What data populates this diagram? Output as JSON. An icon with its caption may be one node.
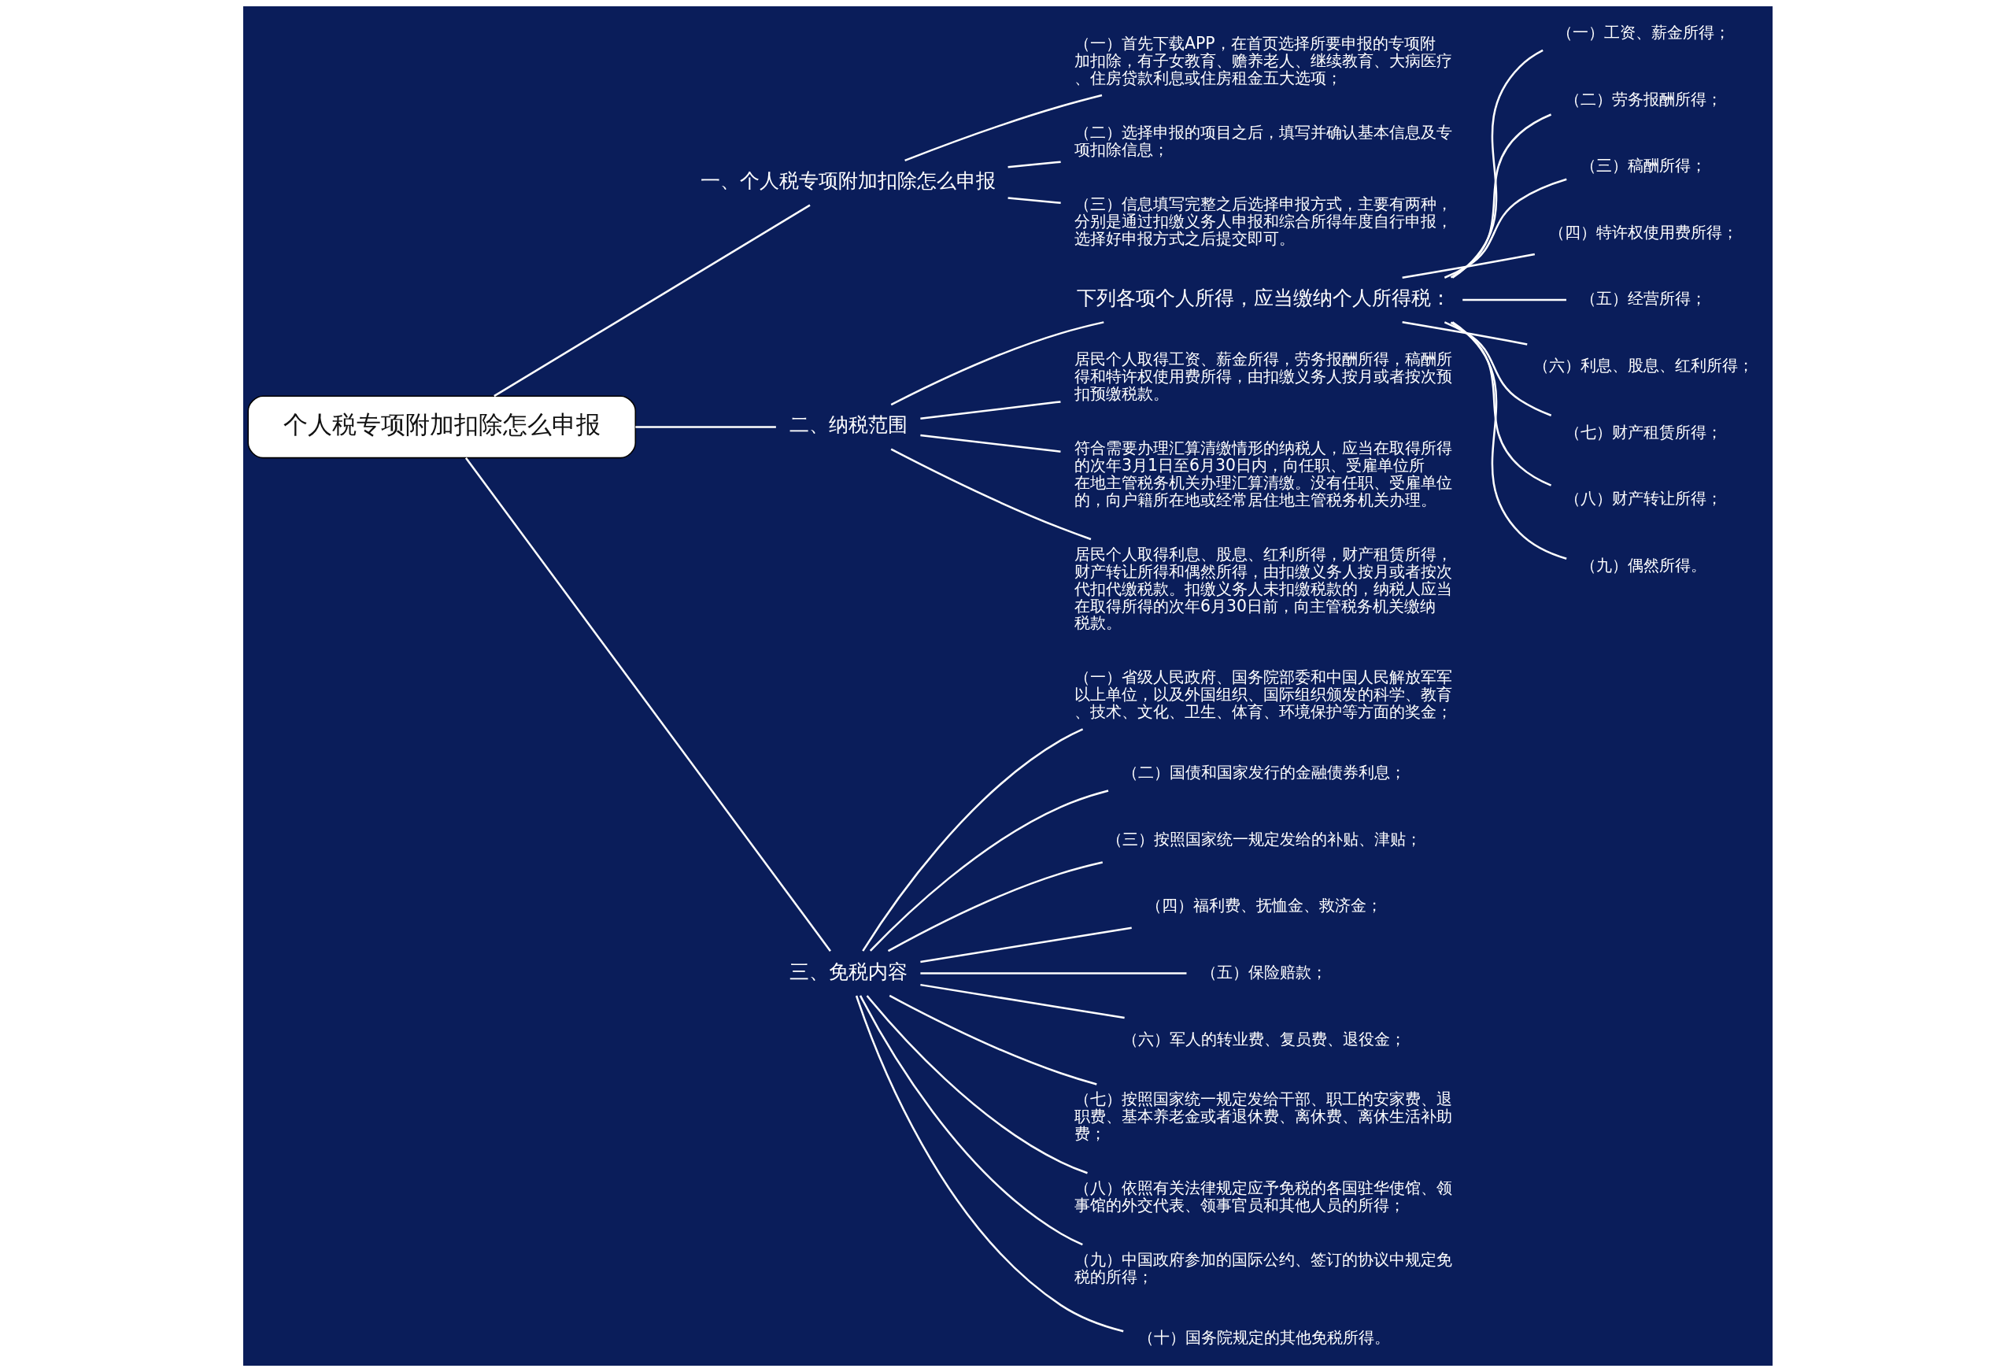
{
  "diagram": {
    "nodes": [
      {
        "text": [
          "个人税专项附加扣除怎么申报"
        ]
      },
      {
        "text": [
          "一、个人税专项附加扣除怎么申报"
        ]
      },
      {
        "text": [
          "（一）首先下载APP，在首页选择所要申报的专项附加扣除，有子女教育、赡养老人、继续教育、大病医疗、住房贷款利息或住房租金五大选项；"
        ]
      },
      {
        "text": [
          "（二）选择申报的项目之后，填写并确认基本信息及专项扣除信息；"
        ]
      },
      {
        "text": [
          "（三）信息填写完整之后选择申报方式，主要有两种，分别是通过扣缴义务人申报和综合所得年度自行申报，选择好申报方式之后提交即可。"
        ]
      },
      {
        "text": [
          "二、纳税范围"
        ]
      },
      {
        "text": [
          "下列各项个人所得，应当缴纳个人所得税："
        ]
      },
      {
        "text": [
          "（一）工资、薪金所得；"
        ]
      },
      {
        "text": [
          "（二）劳务报酬所得；"
        ]
      },
      {
        "text": [
          "（三）稿酬所得；"
        ]
      },
      {
        "text": [
          "（四）特许权使用费所得；"
        ]
      },
      {
        "text": [
          "（五）经营所得；"
        ]
      },
      {
        "text": [
          "（六）利息、股息、红利所得；"
        ]
      },
      {
        "text": [
          "（七）财产租赁所得；"
        ]
      },
      {
        "text": [
          "（八）财产转让所得；"
        ]
      },
      {
        "text": [
          "（九）偶然所得。"
        ]
      },
      {
        "text": [
          "居民个人取得工资、薪金所得，劳务报酬所得，稿酬所得和特许权使用费所得，由扣缴义务人按月或者按次预扣预缴税款。"
        ]
      },
      {
        "text": [
          "符合需要办理汇算清缴情形的纳税人，应当在取得所得的次年3月1日至6月30日内，向任职、受雇单位所在地主管税务机关办理汇算清缴。没有任职、受雇单位的，向户籍所在地或经常居住地主管税务机关办理。"
        ]
      },
      {
        "text": [
          "居民个人取得利息、股息、红利所得，财产租赁所得，财产转让所得和偶然所得，由扣缴义务人按月或者按次代扣代缴税款。扣缴义务人未扣缴税款的，纳税人应当在取得所得的次年6月30日前，向主管税务机关缴纳税款。"
        ]
      },
      {
        "text": [
          "三、免税内容"
        ]
      },
      {
        "text": [
          "（一）省级人民政府、国务院部委和中国人民解放军军以上单位，以及外国组织、国际组织颁发的科学、教育、技术、文化、卫生、体育、环境保护等方面的奖金；"
        ]
      },
      {
        "text": [
          "（二）国债和国家发行的金融债券利息；"
        ]
      },
      {
        "text": [
          "（三）按照国家统一规定发给的补贴、津贴；"
        ]
      },
      {
        "text": [
          "（四）福利费、抚恤金、救济金；"
        ]
      },
      {
        "text": [
          "（五）保险赔款；"
        ]
      },
      {
        "text": [
          "（六）军人的转业费、复员费、退役金；"
        ]
      },
      {
        "text": [
          "（七）按照国家统一规定发给干部、职工的安家费、退职费、基本养老金或者退休费、离休费、离休生活补助费；"
        ]
      },
      {
        "text": [
          "（八）依照有关法律规定应予免税的各国驻华使馆、领事馆的外交代表、领事官员和其他人员的所得；"
        ]
      },
      {
        "text": [
          "（九）中国政府参加的国际公约、签订的协议中规定免税的所得；"
        ]
      },
      {
        "text": [
          "（十）国务院规定的其他免税所得。"
        ]
      }
    ],
    "edges": [
      {
        "from": 0,
        "to": 1,
        "arrow": "none"
      },
      {
        "from": 1,
        "to": 2,
        "arrow": "none"
      },
      {
        "from": 1,
        "to": 3,
        "arrow": "none"
      },
      {
        "from": 1,
        "to": 4,
        "arrow": "none"
      },
      {
        "from": 0,
        "to": 5,
        "arrow": "none"
      },
      {
        "from": 5,
        "to": 6,
        "arrow": "none"
      },
      {
        "from": 6,
        "to": 7,
        "arrow": "none"
      },
      {
        "from": 6,
        "to": 8,
        "arrow": "none"
      },
      {
        "from": 6,
        "to": 9,
        "arrow": "none"
      },
      {
        "from": 6,
        "to": 10,
        "arrow": "none"
      },
      {
        "from": 6,
        "to": 11,
        "arrow": "none"
      },
      {
        "from": 6,
        "to": 12,
        "arrow": "none"
      },
      {
        "from": 6,
        "to": 13,
        "arrow": "none"
      },
      {
        "from": 6,
        "to": 14,
        "arrow": "none"
      },
      {
        "from": 6,
        "to": 15,
        "arrow": "none"
      },
      {
        "from": 5,
        "to": 16,
        "arrow": "none"
      },
      {
        "from": 5,
        "to": 17,
        "arrow": "none"
      },
      {
        "from": 5,
        "to": 18,
        "arrow": "none"
      },
      {
        "from": 0,
        "to": 19,
        "arrow": "none"
      },
      {
        "from": 19,
        "to": 20,
        "arrow": "none"
      },
      {
        "from": 19,
        "to": 21,
        "arrow": "none"
      },
      {
        "from": 19,
        "to": 22,
        "arrow": "none"
      },
      {
        "from": 19,
        "to": 23,
        "arrow": "none"
      },
      {
        "from": 19,
        "to": 24,
        "arrow": "none"
      },
      {
        "from": 19,
        "to": 25,
        "arrow": "none"
      },
      {
        "from": 19,
        "to": 26,
        "arrow": "none"
      },
      {
        "from": 19,
        "to": 27,
        "arrow": "none"
      },
      {
        "from": 19,
        "to": 28,
        "arrow": "none"
      },
      {
        "from": 19,
        "to": 29,
        "arrow": "none"
      }
    ]
  }
}
